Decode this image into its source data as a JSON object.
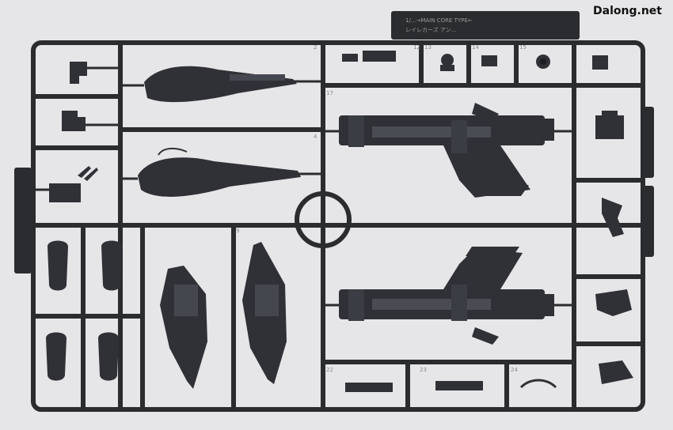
{
  "watermark": "Dalong.net",
  "runner_tag": {
    "line1": "1/...→MAIN CORE TYPE←",
    "line2": "レイレカーズ   アン..."
  },
  "gate_numbers": [
    "2",
    "4",
    "9",
    "12",
    "13",
    "14",
    "15",
    "17",
    "22",
    "23",
    "24"
  ],
  "colors": {
    "background": "#e6e6e8",
    "runner": "#2b2c2f",
    "part": "#303136",
    "highlight": "#55575d"
  }
}
